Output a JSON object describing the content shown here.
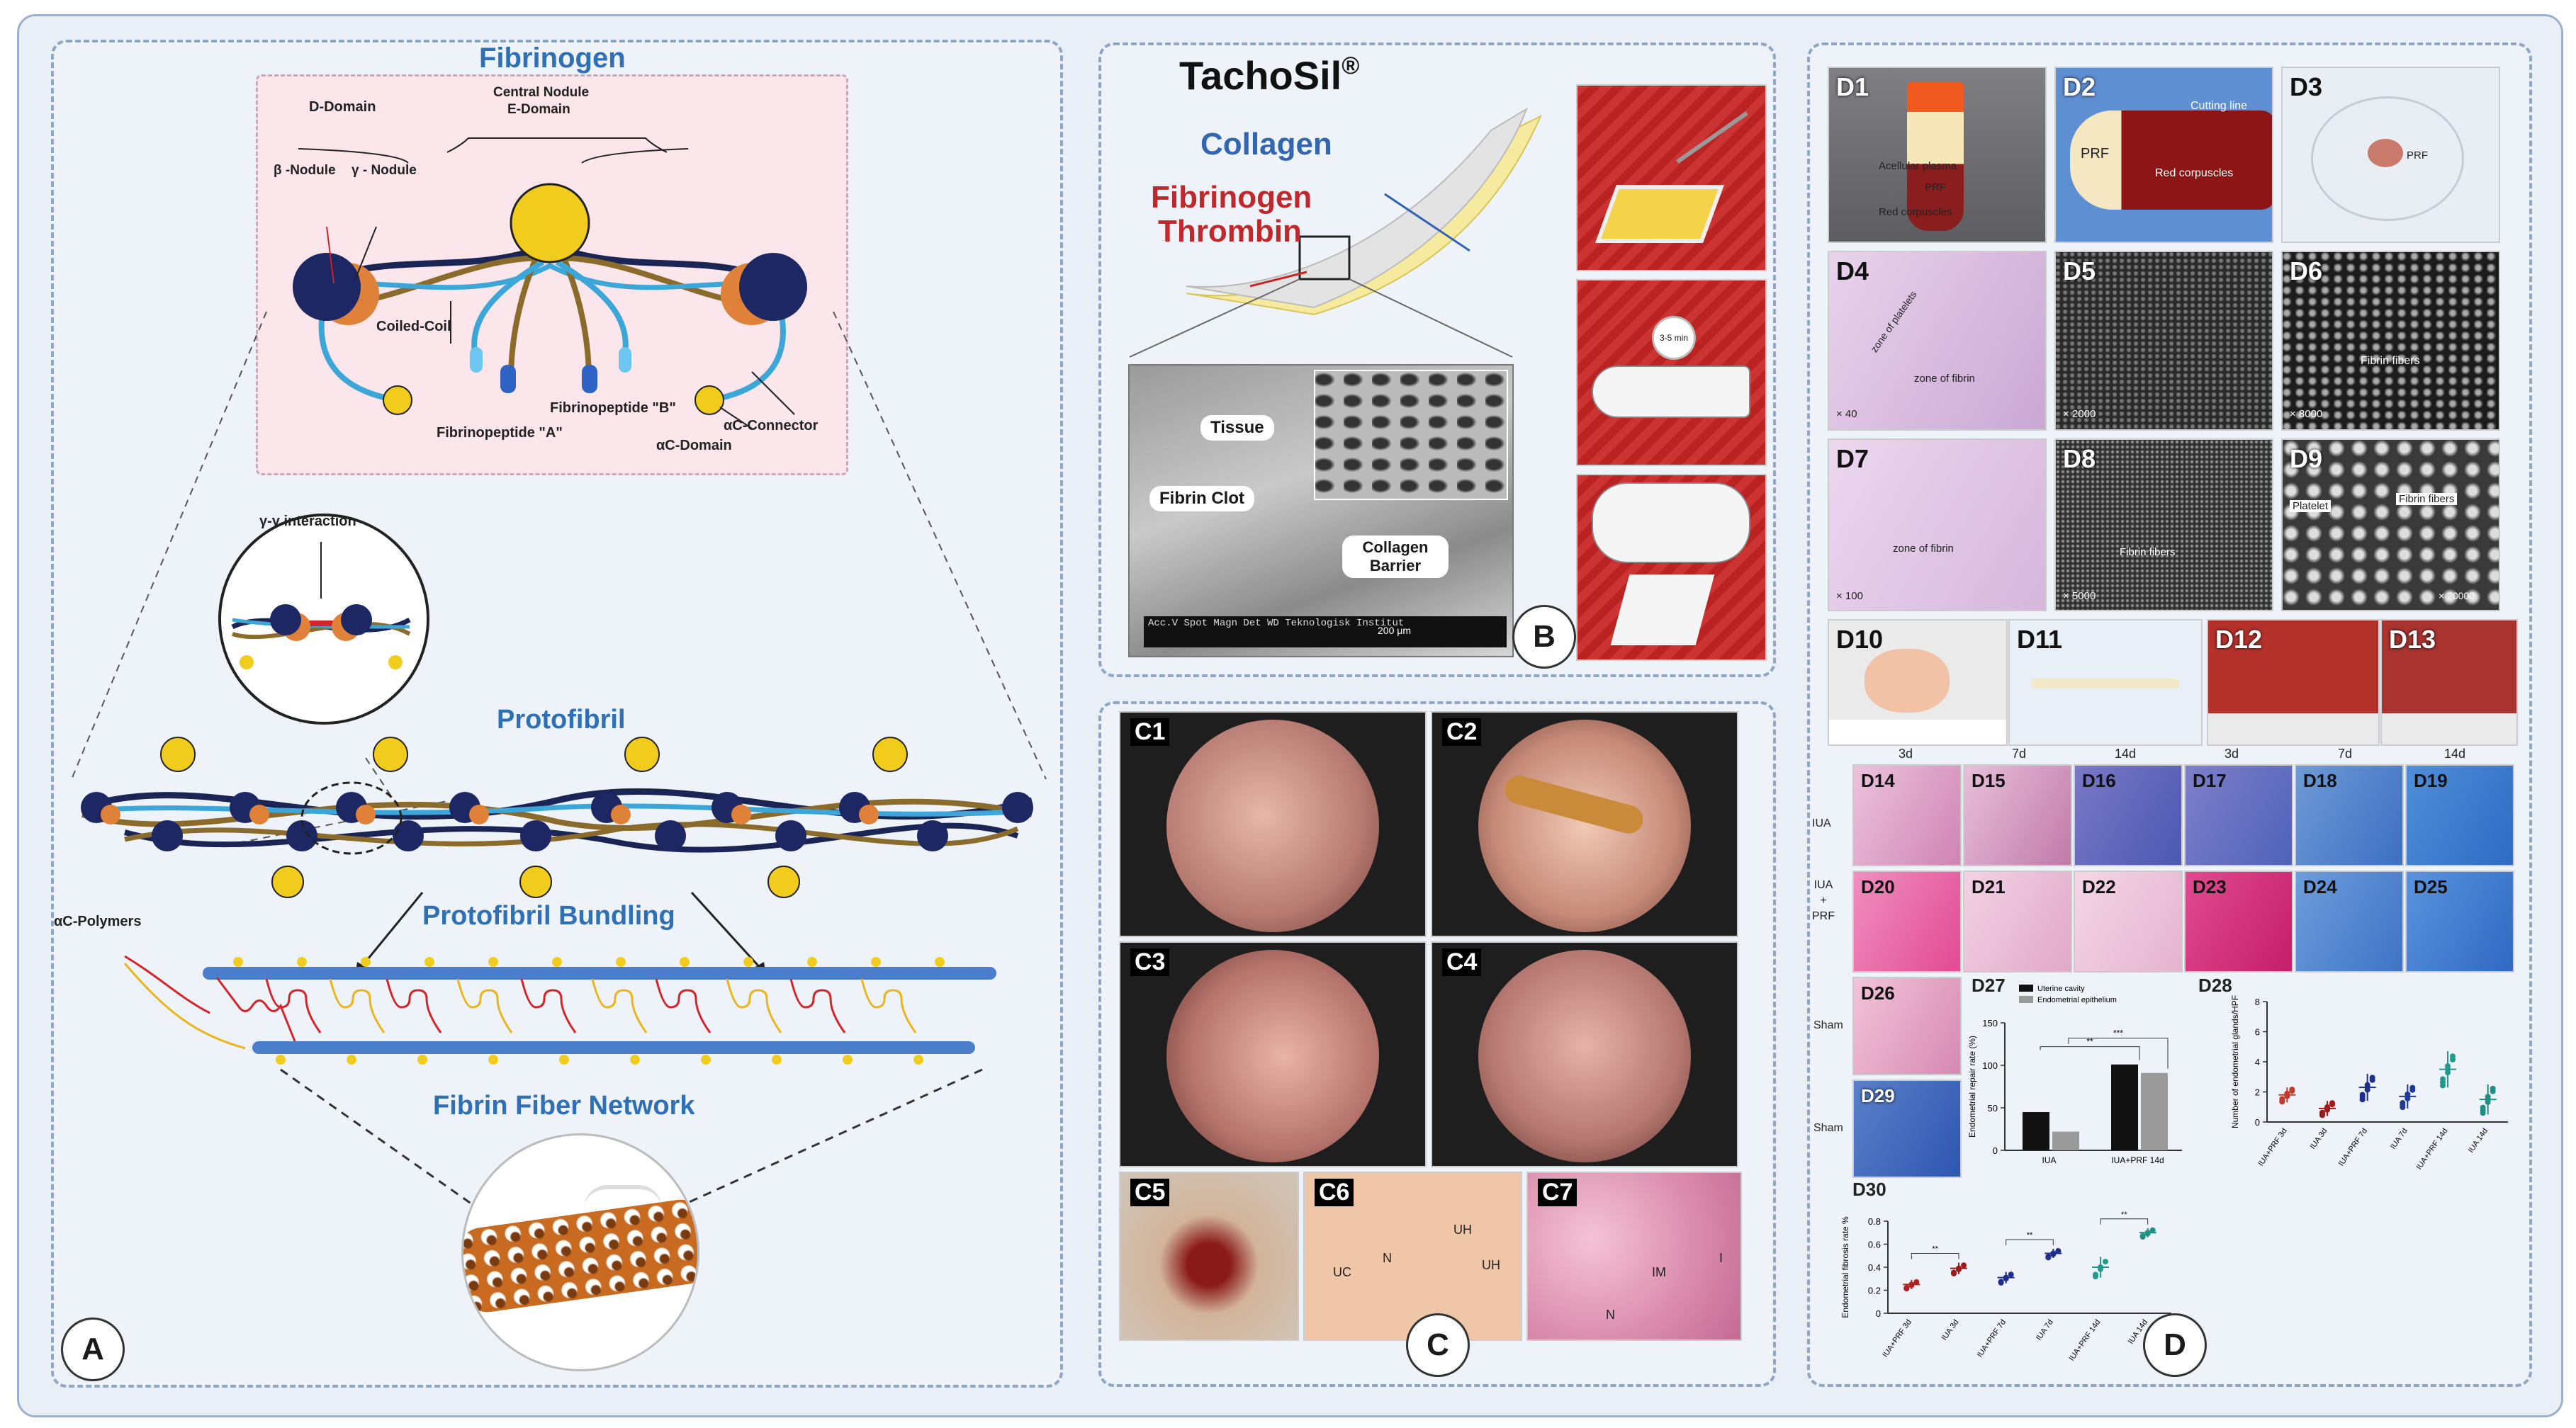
{
  "panelA": {
    "label": "A",
    "fibrinogen_title": "Fibrinogen",
    "d_domain": "D-Domain",
    "central_nodule": "Central Nodule",
    "e_domain": "E-Domain",
    "beta_nodule": "β -Nodule",
    "gamma_nodule": "γ - Nodule",
    "coiled_coil": "Coiled-Coil",
    "fp_b": "Fibrinopeptide \"B\"",
    "fp_a": "Fibrinopeptide \"A\"",
    "ac_connector": "αC-Connector",
    "ac_domain": "αC-Domain",
    "gg_interaction": "γ-γ interaction",
    "protofibril": "Protofibril",
    "ac_polymers": "αC-Polymers",
    "protofibril_bundling": "Protofibril Bundling",
    "fibrin_network": "Fibrin Fiber Network"
  },
  "panelB": {
    "label": "B",
    "brand": "TachoSil",
    "reg": "®",
    "collagen": "Collagen",
    "fibrinogen": "Fibrinogen",
    "thrombin": "Thrombin",
    "tissue": "Tissue",
    "fibrin_clot": "Fibrin Clot",
    "collagen_barrier": "Collagen Barrier",
    "scale_bar": "200 μm",
    "sem_footer": "Acc.V  Spot Magn   Det  WD        Teknologisk Institut",
    "timer": "3-5 min"
  },
  "panelC": {
    "label": "C",
    "tiles": [
      "C1",
      "C2",
      "C3",
      "C4",
      "C5",
      "C6",
      "C7"
    ],
    "c6_marks": [
      "UH",
      "UH",
      "UC",
      "N"
    ],
    "c7_marks": [
      "IM",
      "N",
      "I"
    ]
  },
  "panelD": {
    "label": "D",
    "top": [
      "D1",
      "D2",
      "D3",
      "D4",
      "D5",
      "D6",
      "D7",
      "D8",
      "D9"
    ],
    "d1_text": [
      "Acellular plasma",
      "PRF",
      "Red corpuscles"
    ],
    "d2_text": [
      "PRF",
      "Cutting line",
      "Red corpuscles"
    ],
    "d3_text": "PRF",
    "d4_text": [
      "zone of platelets",
      "zone of fibrin",
      "× 40"
    ],
    "d5_text": "× 2000",
    "d6_text": [
      "Fibrin fibers",
      "× 8000"
    ],
    "d7_text": [
      "zone of fibrin",
      "× 100"
    ],
    "d8_text": [
      "Fibrin fibers",
      "× 5000"
    ],
    "d9_text": [
      "Platelet",
      "Fibrin fibers",
      "× 20000"
    ],
    "mid": [
      "D10",
      "D11",
      "D12",
      "D13"
    ],
    "histo_row1": [
      "D14",
      "D15",
      "D16",
      "D17",
      "D18",
      "D19"
    ],
    "histo_row2": [
      "D20",
      "D21",
      "D22",
      "D23",
      "D24",
      "D25"
    ],
    "days": [
      "3d",
      "7d",
      "14d",
      "3d",
      "7d",
      "14d"
    ],
    "row_iua": "IUA",
    "row_iua_prf": [
      "IUA",
      "+",
      "PRF"
    ],
    "d26": "D26",
    "d29": "D29",
    "sham": "Sham",
    "d27": "D27",
    "d28": "D28",
    "d30": "D30"
  },
  "chart_data": [
    {
      "id": "D27",
      "type": "bar",
      "categories": [
        "IUA",
        "IUA+PRF 14d"
      ],
      "series": [
        {
          "name": "Uterine cavity",
          "values": [
            45,
            101
          ],
          "color": "#111111"
        },
        {
          "name": "Endometrial epithelium",
          "values": [
            22,
            91
          ],
          "color": "#9a9a9a"
        }
      ],
      "ylabel": "Endometrial repair rate (%)",
      "ylim": [
        0,
        150
      ],
      "yticks": [
        0,
        50,
        100,
        150
      ],
      "annotations": [
        "**",
        "***"
      ],
      "legend": "top-left"
    },
    {
      "id": "D28",
      "type": "scatter",
      "categories": [
        "IUA+PRF 3d",
        "IUA 3d",
        "IUA+PRF 7d",
        "IUA 7d",
        "IUA+PRF 14d",
        "IUA 14d"
      ],
      "means": [
        1.8,
        0.9,
        2.3,
        1.7,
        3.5,
        1.5
      ],
      "sd": [
        0.5,
        0.5,
        0.9,
        0.8,
        1.2,
        1.0
      ],
      "colors": [
        "#c0392b",
        "#a01919",
        "#1d2f8a",
        "#1d3a9a",
        "#1f9a8c",
        "#1f8f84"
      ],
      "ylabel": "Number of endometrial glands/HPF",
      "ylim": [
        0,
        8
      ],
      "yticks": [
        0,
        2,
        4,
        6,
        8
      ]
    },
    {
      "id": "D30",
      "type": "scatter",
      "categories": [
        "IUA+PRF 3d",
        "IUA 3d",
        "IUA+PRF 7d",
        "IUA 7d",
        "IUA+PRF 14d",
        "IUA 14d"
      ],
      "means": [
        0.25,
        0.39,
        0.31,
        0.52,
        0.4,
        0.7
      ],
      "sd": [
        0.04,
        0.05,
        0.05,
        0.04,
        0.09,
        0.04
      ],
      "colors": [
        "#b22222",
        "#a01919",
        "#1d2f8a",
        "#1d2f8a",
        "#1f9a8c",
        "#1f8f84"
      ],
      "ylabel": "Endometrial fibrosis rate %",
      "ylim": [
        0,
        0.8
      ],
      "yticks": [
        0,
        0.2,
        0.4,
        0.6,
        0.8
      ],
      "annotations": [
        "**",
        "**",
        "**"
      ]
    }
  ]
}
